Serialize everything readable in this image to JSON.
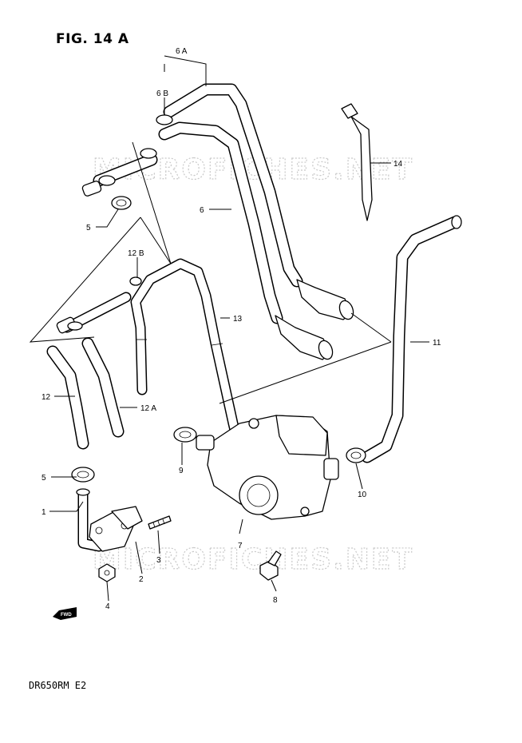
{
  "figure_title": "FIG. 14 A",
  "model_code": "DR650RM E2",
  "watermark": "MICROFICHES.NET",
  "fwd_label": "FWD",
  "callouts": [
    {
      "id": "6A",
      "label": "6 A"
    },
    {
      "id": "6B",
      "label": "6 B"
    },
    {
      "id": "14",
      "label": "14"
    },
    {
      "id": "6",
      "label": "6"
    },
    {
      "id": "5a",
      "label": "5"
    },
    {
      "id": "12B",
      "label": "12 B"
    },
    {
      "id": "13",
      "label": "13"
    },
    {
      "id": "11",
      "label": "11"
    },
    {
      "id": "12",
      "label": "12"
    },
    {
      "id": "12A",
      "label": "12 A"
    },
    {
      "id": "9",
      "label": "9"
    },
    {
      "id": "5b",
      "label": "5"
    },
    {
      "id": "1",
      "label": "1"
    },
    {
      "id": "7",
      "label": "7"
    },
    {
      "id": "3",
      "label": "3"
    },
    {
      "id": "2",
      "label": "2"
    },
    {
      "id": "10",
      "label": "10"
    },
    {
      "id": "8",
      "label": "8"
    },
    {
      "id": "4",
      "label": "4"
    }
  ]
}
